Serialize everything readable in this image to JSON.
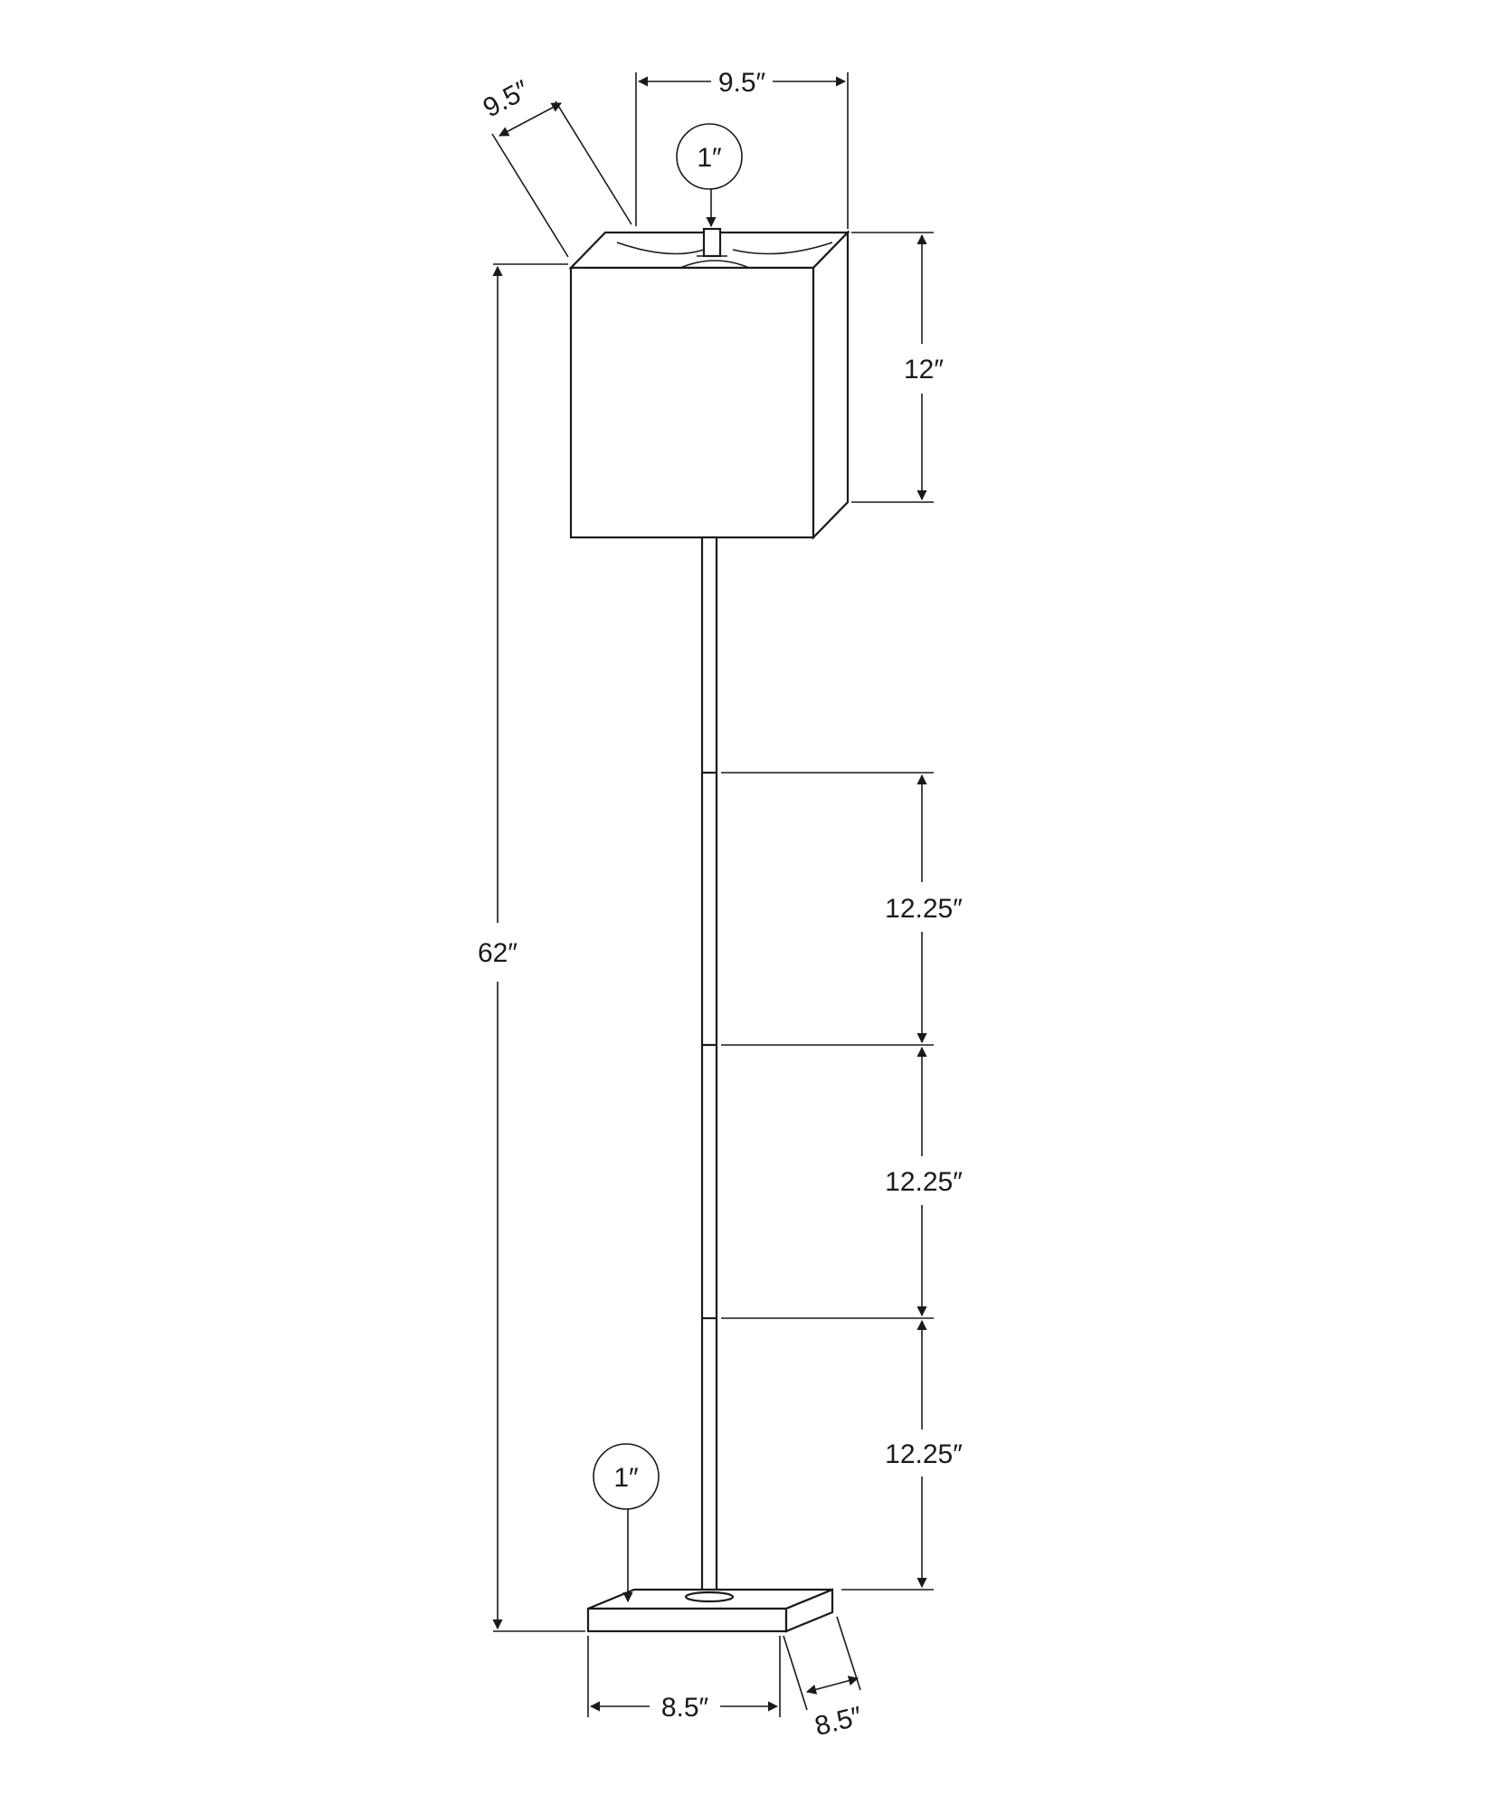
{
  "diagram": {
    "top_width": "9.5″",
    "top_depth": "9.5″",
    "finial_height": "1″",
    "shade_height": "12″",
    "overall_height": "62″",
    "segment_1": "12.25″",
    "segment_2": "12.25″",
    "segment_3": "12.25″",
    "base_height": "1″",
    "base_width": "8.5″",
    "base_depth": "8.5″"
  }
}
